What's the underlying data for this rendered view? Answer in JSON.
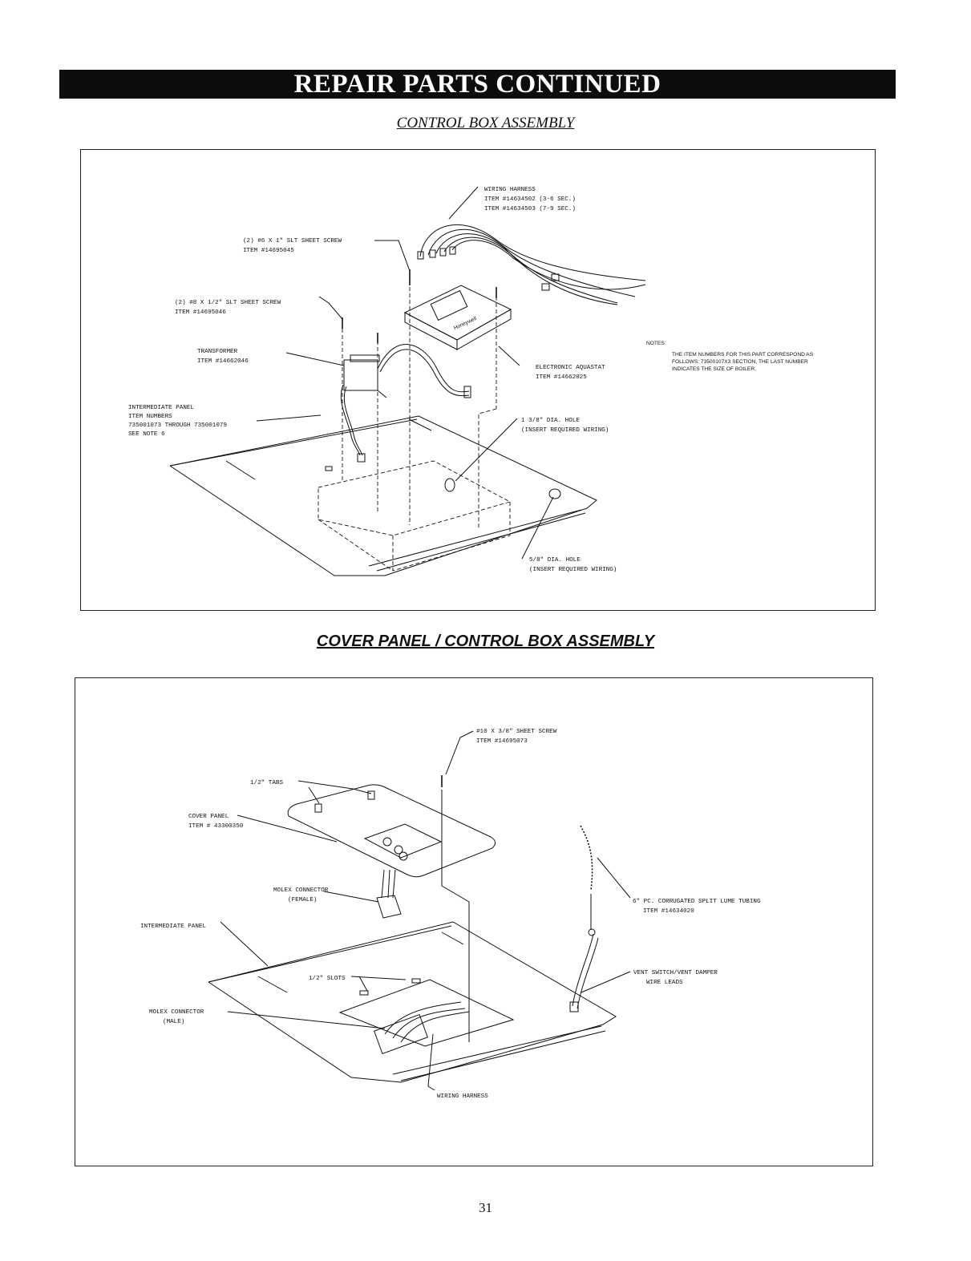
{
  "header": {
    "title": "REPAIR PARTS CONTINUED"
  },
  "section1": {
    "title": "CONTROL BOX ASSEMBLY",
    "labels": {
      "harness_1": "WIRING HARNESS",
      "harness_2": "ITEM #14634502 (3-6 SEC.)",
      "harness_3": "ITEM #14634503 (7-9 SEC.)",
      "screw6_1": "(2) #6 X 1\" SLT SHEET SCREW",
      "screw6_2": "ITEM #14695045",
      "screw8_1": "(2) #8 X 1/2\" SLT SHEET SCREW",
      "screw8_2": "ITEM #14695046",
      "transformer_1": "TRANSFORMER",
      "transformer_2": "ITEM #14662046",
      "aquastat_1": "ELECTRONIC AQUASTAT",
      "aquastat_2": "ITEM #14662025",
      "panel_1": "INTERMEDIATE PANEL",
      "panel_2": "ITEM NUMBERS",
      "panel_3": "735001073 THROUGH 735001079",
      "panel_4": "SEE NOTE 6",
      "hole1_1": "1 3/8\" DIA. HOLE",
      "hole1_2": "(INSERT REQUIRED WIRING)",
      "hole2_1": "5/8\" DIA. HOLE",
      "hole2_2": "(INSERT REQUIRED WIRING)",
      "aquastat_brand": "Honeywell"
    },
    "notes": {
      "heading": "NOTES:",
      "line1": "THE ITEM NUMBERS FOR THIS PART CORRESPOND AS",
      "line2": "FOLLOWS: 73500107X3 SECTION, THE LAST NUMBER",
      "line3": "INDICATES THE SIZE OF BOILER."
    }
  },
  "section2": {
    "title": "COVER PANEL / CONTROL BOX ASSEMBLY",
    "labels": {
      "screw10_1": "#10 X 3/8\" SHEET SCREW",
      "screw10_2": "ITEM #14695073",
      "tabs": "1/2\" TABS",
      "cover_1": "COVER PANEL",
      "cover_2": "ITEM # 43300350",
      "molex_f_1": "MOLEX CONNECTOR",
      "molex_f_2": "(FEMALE)",
      "tubing_1": "6\" PC. CORRUGATED SPLIT LUME TUBING",
      "tubing_2": "ITEM #14634020",
      "panel": "INTERMEDIATE PANEL",
      "slots": "1/2\" SLOTS",
      "vent_1": "VENT SWITCH/VENT DAMPER",
      "vent_2": "WIRE LEADS",
      "molex_m_1": "MOLEX CONNECTOR",
      "molex_m_2": "(MALE)",
      "wiring": "WIRING HARNESS"
    }
  },
  "footer": {
    "page_number": "31"
  }
}
